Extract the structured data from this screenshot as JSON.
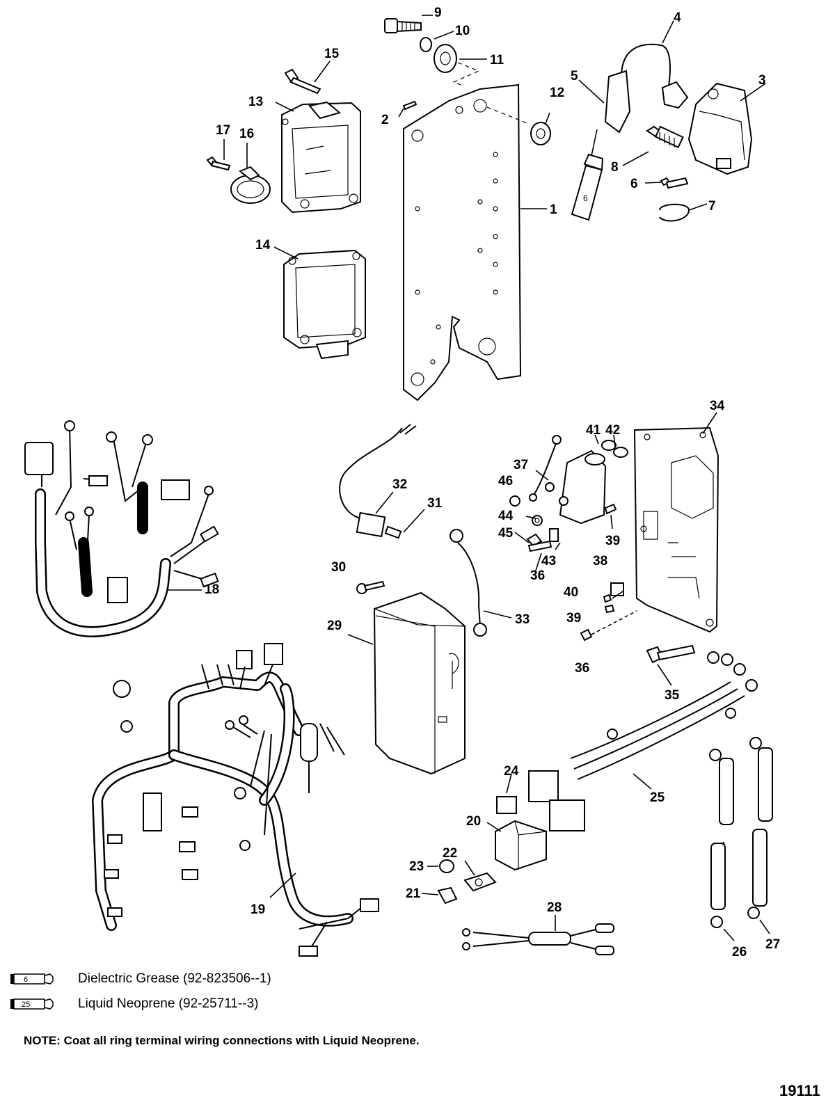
{
  "callouts": [
    "1",
    "2",
    "3",
    "4",
    "5",
    "6",
    "6",
    "7",
    "8",
    "9",
    "10",
    "11",
    "12",
    "13",
    "14",
    "15",
    "16",
    "17",
    "18",
    "19",
    "20",
    "21",
    "22",
    "23",
    "24",
    "25",
    "26",
    "27",
    "28",
    "29",
    "30",
    "31",
    "32",
    "33",
    "34",
    "35",
    "36",
    "36",
    "37",
    "38",
    "39",
    "39",
    "40",
    "41",
    "42",
    "43",
    "44",
    "45",
    "46"
  ],
  "tube_marks": {
    "grease_tube_in_drawing": "6"
  },
  "legend": [
    {
      "tube_number": "6",
      "text": "Dielectric Grease (92-823506--1)"
    },
    {
      "tube_number": "25",
      "text": "Liquid Neoprene  (92-25711--3)"
    }
  ],
  "note": "NOTE: Coat all ring terminal wiring connections with Liquid Neoprene.",
  "figure_id": "19111"
}
